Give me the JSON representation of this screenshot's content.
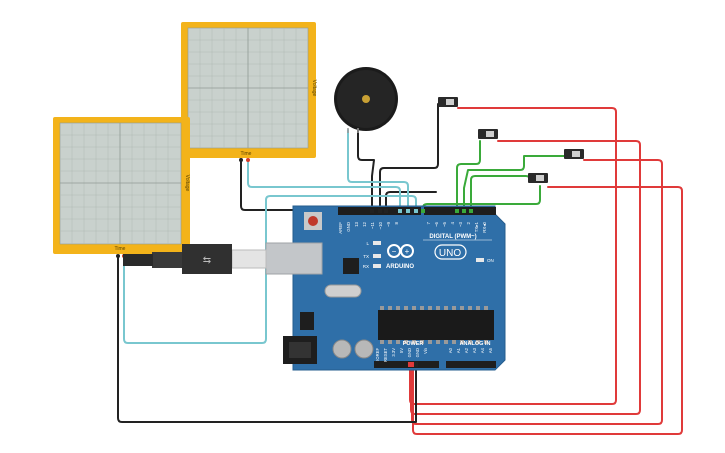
{
  "board": {
    "name": "ARDUINO",
    "model": "UNO",
    "digital_label": "DIGITAL (PWM~)",
    "power_label": "POWER",
    "analog_label": "ANALOG IN",
    "on_label": "ON",
    "l_label": "L",
    "tx_label": "TX",
    "rx_label": "RX",
    "digital_pins": [
      "AREF",
      "GND",
      "13",
      "12",
      "~11",
      "~10",
      "~9",
      "8",
      "7",
      "~6",
      "~5",
      "4",
      "~3",
      "2",
      "TX▸1",
      "RX◂0"
    ],
    "power_pins": [
      "IOREF",
      "RESET",
      "3.3V",
      "5V",
      "GND",
      "GND",
      "Vin"
    ],
    "analog_pins": [
      "A0",
      "A1",
      "A2",
      "A3",
      "A4",
      "A5"
    ]
  },
  "oscilloscopes": [
    {
      "y_label": "Voltage",
      "x_label": "Time"
    },
    {
      "y_label": "Voltage",
      "x_label": "Time"
    }
  ],
  "colors": {
    "board": "#2f6fa8",
    "scope_frame": "#f3b31a",
    "scope_screen": "#c9d1cd",
    "wire_red": "#e03a3a",
    "wire_green": "#3aaa3a",
    "wire_black": "#222222",
    "wire_cyan": "#79c7cf"
  }
}
